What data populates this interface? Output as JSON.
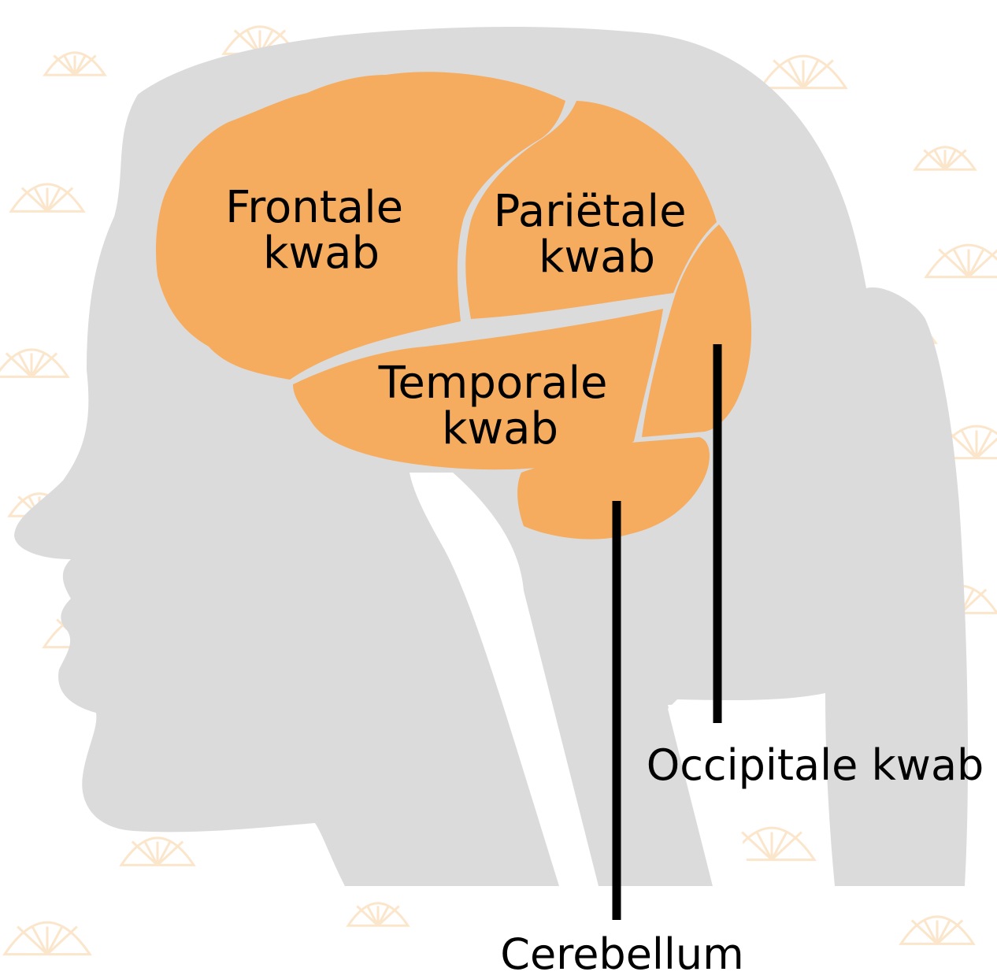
{
  "colors": {
    "background": "#ffffff",
    "pattern": "#fbe6cc",
    "head": "#dcdbdc",
    "neck_gap": "#ffffff",
    "lobe": "#f5ac5e",
    "sulcus": "#dcdbdc",
    "leader_line": "#000000",
    "text": "#000000"
  },
  "labels": {
    "frontal": [
      "Frontale",
      "kwab"
    ],
    "parietal": [
      "Pariëtale",
      "kwab"
    ],
    "temporal": [
      "Temporale",
      "kwab"
    ],
    "occipital": "Occipitale kwab",
    "cerebellum": "Cerebellum"
  }
}
